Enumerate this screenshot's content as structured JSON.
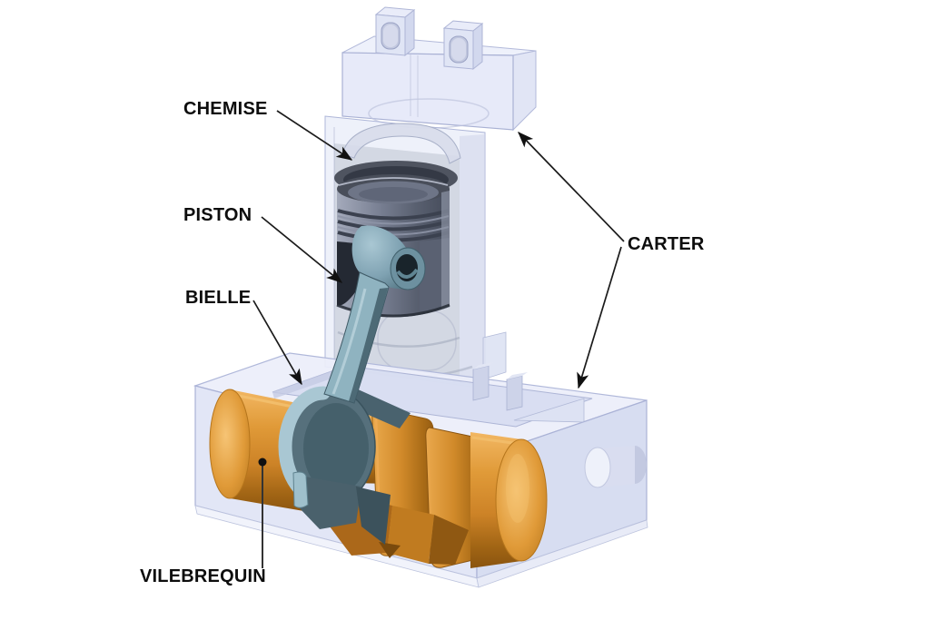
{
  "diagram": {
    "background_color": "#ffffff",
    "annotation_color": "#111111",
    "labels": {
      "chemise": "CHEMISE",
      "piston": "PISTON",
      "bielle": "BIELLE",
      "carter": "CARTER",
      "vilebrequin": "VILEBREQUIN"
    },
    "part_colors": {
      "carter_translucent": "#e3e7f8",
      "carter_edge": "#aab2d6",
      "chemise_liner": "#4f5460",
      "piston": "#767d90",
      "bielle": "#7fa2b2",
      "vilebrequin": "#d18a2a"
    }
  }
}
